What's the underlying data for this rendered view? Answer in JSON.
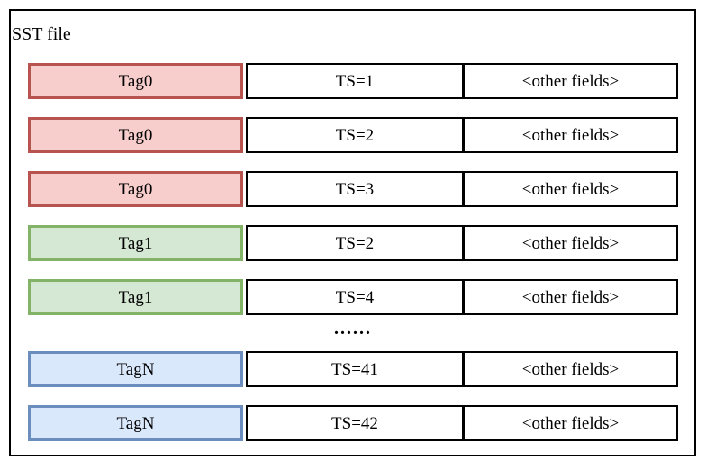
{
  "diagram": {
    "title": "SST file",
    "colors": {
      "red": {
        "fill": "#f8cecc",
        "stroke": "#b85450"
      },
      "green": {
        "fill": "#d5e8d4",
        "stroke": "#82b366"
      },
      "blue": {
        "fill": "#dae8fc",
        "stroke": "#6c8ebf"
      }
    },
    "rows": [
      {
        "type": "record",
        "tag": "Tag0",
        "color": "red",
        "ts": "TS=1",
        "other": "<other fields>"
      },
      {
        "type": "record",
        "tag": "Tag0",
        "color": "red",
        "ts": "TS=2",
        "other": "<other fields>"
      },
      {
        "type": "record",
        "tag": "Tag0",
        "color": "red",
        "ts": "TS=3",
        "other": "<other fields>"
      },
      {
        "type": "record",
        "tag": "Tag1",
        "color": "green",
        "ts": "TS=2",
        "other": "<other fields>"
      },
      {
        "type": "record",
        "tag": "Tag1",
        "color": "green",
        "ts": "TS=4",
        "other": "<other fields>"
      },
      {
        "type": "ellipsis",
        "label": "......"
      },
      {
        "type": "record",
        "tag": "TagN",
        "color": "blue",
        "ts": "TS=41",
        "other": "<other fields>"
      },
      {
        "type": "record",
        "tag": "TagN",
        "color": "blue",
        "ts": "TS=42",
        "other": "<other fields>"
      }
    ]
  }
}
